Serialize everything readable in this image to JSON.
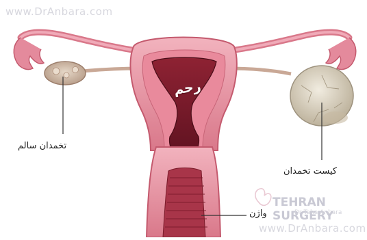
{
  "watermark_top": "www.DrAnbara.com",
  "watermark_bottom": "www.DrAnbara.com",
  "brand": {
    "name": "TEHRAN SURGERY",
    "subtitle": "Dr Taha Anbara"
  },
  "labels": {
    "uterus": "رحم",
    "healthy_ovary": "تخمدان سالم",
    "ovarian_cyst": "کیست تخمدان",
    "vagina": "واژن"
  },
  "colors": {
    "tissue": "#e89aa8",
    "tissue_dark": "#c45a6e",
    "cavity": "#7a1b2a",
    "cyst": "#d9d2c2",
    "line": "#333333"
  }
}
